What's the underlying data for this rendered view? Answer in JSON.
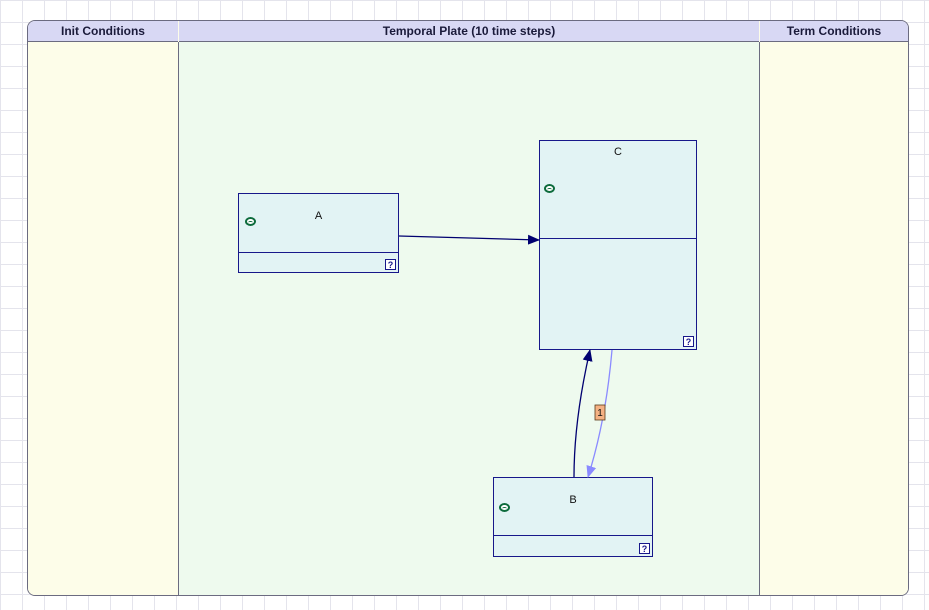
{
  "plate": {
    "init_label": "Init Conditions",
    "temporal_label": "Temporal Plate (10 time steps)",
    "term_label": "Term Conditions"
  },
  "nodes": {
    "a": {
      "label": "A",
      "help": "?"
    },
    "b": {
      "label": "B",
      "help": "?"
    },
    "c": {
      "label": "C",
      "help": "?"
    }
  },
  "temporal_edge": {
    "label": "1"
  },
  "colors": {
    "edge": "#000070",
    "temporal_edge": "#8a8aff",
    "temporal_badge": "#f4b183"
  }
}
